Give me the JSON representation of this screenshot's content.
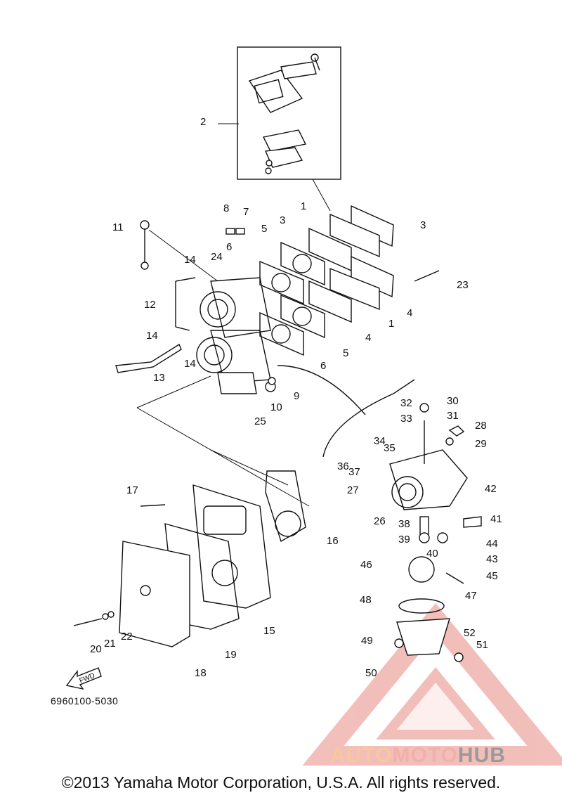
{
  "diagram": {
    "labels": [
      "1",
      "1",
      "2",
      "3",
      "3",
      "4",
      "4",
      "5",
      "5",
      "6",
      "6",
      "7",
      "8",
      "9",
      "10",
      "11",
      "12",
      "13",
      "14",
      "14",
      "14",
      "15",
      "16",
      "17",
      "18",
      "19",
      "20",
      "21",
      "22",
      "23",
      "24",
      "25",
      "26",
      "27",
      "28",
      "29",
      "30",
      "31",
      "32",
      "33",
      "34",
      "35",
      "36",
      "37",
      "38",
      "39",
      "40",
      "41",
      "42",
      "43",
      "44",
      "45",
      "46",
      "47",
      "48",
      "49",
      "50",
      "51",
      "52"
    ],
    "fwd_label": "FWD",
    "ref_code": "6960100-5030"
  },
  "watermark": {
    "text_a": "AUTO",
    "text_b": "MOTO",
    "text_c": "HUB",
    "colors": {
      "a": "#f7c89a",
      "b": "#f3b0a8",
      "c": "#9a9a9a",
      "triangle": "#e98a83"
    }
  },
  "footer": {
    "copyright": "©2013 Yamaha Motor Corporation, U.S.A. All rights reserved."
  }
}
